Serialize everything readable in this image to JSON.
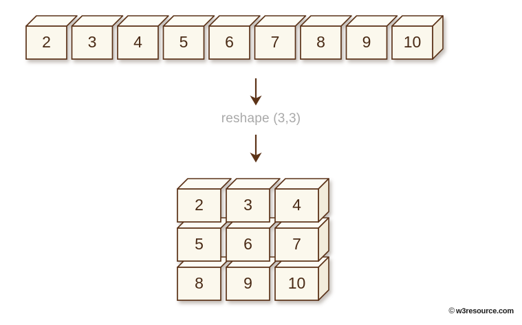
{
  "figure": {
    "title_text": "",
    "background_color": "#ffffff",
    "cube_face_color": "#fbf8ed",
    "cube_top_color": "#fdfcf4",
    "cube_side_color": "#f2ecdb",
    "cube_border_color": "#5a3018",
    "number_color": "#4a2a12",
    "arrow_color": "#5c3317",
    "label_color": "#a9a9a9",
    "shadow_color": "rgba(120,110,95,0.35)"
  },
  "input_array": {
    "name": "flat-array",
    "shape": "(9,)",
    "values": [
      2,
      3,
      4,
      5,
      6,
      7,
      8,
      9,
      10
    ]
  },
  "operation": {
    "label": "reshape (3,3)",
    "name": "reshape",
    "args": "(3,3)",
    "arrow_top": "down-arrow",
    "arrow_bottom": "down-arrow"
  },
  "output_array": {
    "name": "reshaped-matrix",
    "shape": "(3,3)",
    "rows": [
      [
        2,
        3,
        4
      ],
      [
        5,
        6,
        7
      ],
      [
        8,
        9,
        10
      ]
    ]
  },
  "watermark": {
    "copyright_symbol": "©",
    "text": "w3resource.com"
  }
}
